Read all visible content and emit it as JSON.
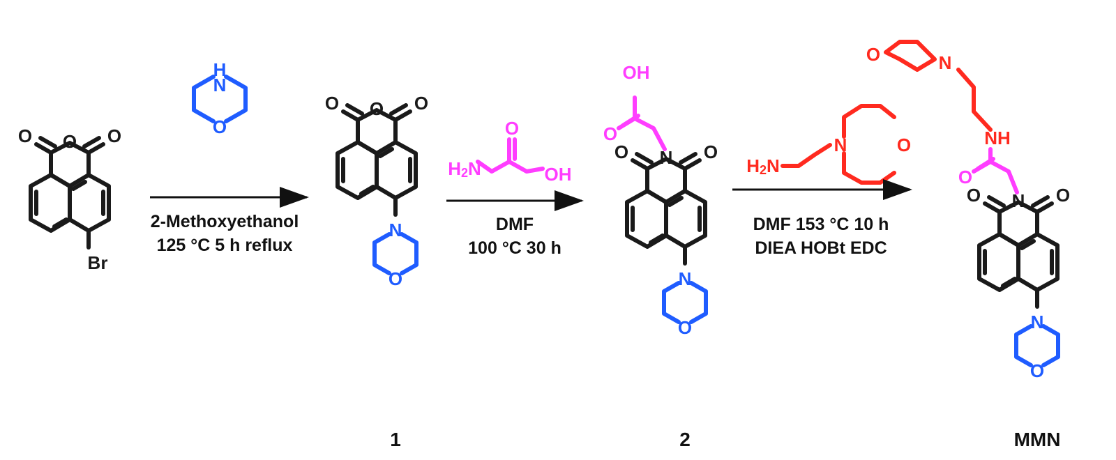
{
  "colors": {
    "black": "#1a1a1a",
    "blue": "#1f5cff",
    "magenta": "#ff3dff",
    "red": "#ff2a1f"
  },
  "atoms": {
    "o": "O",
    "n": "N",
    "nh": "NH",
    "h": "H",
    "br": "Br",
    "oh": "OH",
    "h2n": "H2N"
  },
  "steps": {
    "step1": {
      "line1": "2-Methoxyethanol",
      "line2": "125 °C  5 h reflux"
    },
    "step2": {
      "line1": "DMF",
      "line2": "100 °C  30 h"
    },
    "step3": {
      "line1": "DMF 153 °C 10 h",
      "line2": "DIEA HOBt EDC"
    }
  },
  "compounds": {
    "c1": "1",
    "c2": "2",
    "c3": "MMN"
  }
}
